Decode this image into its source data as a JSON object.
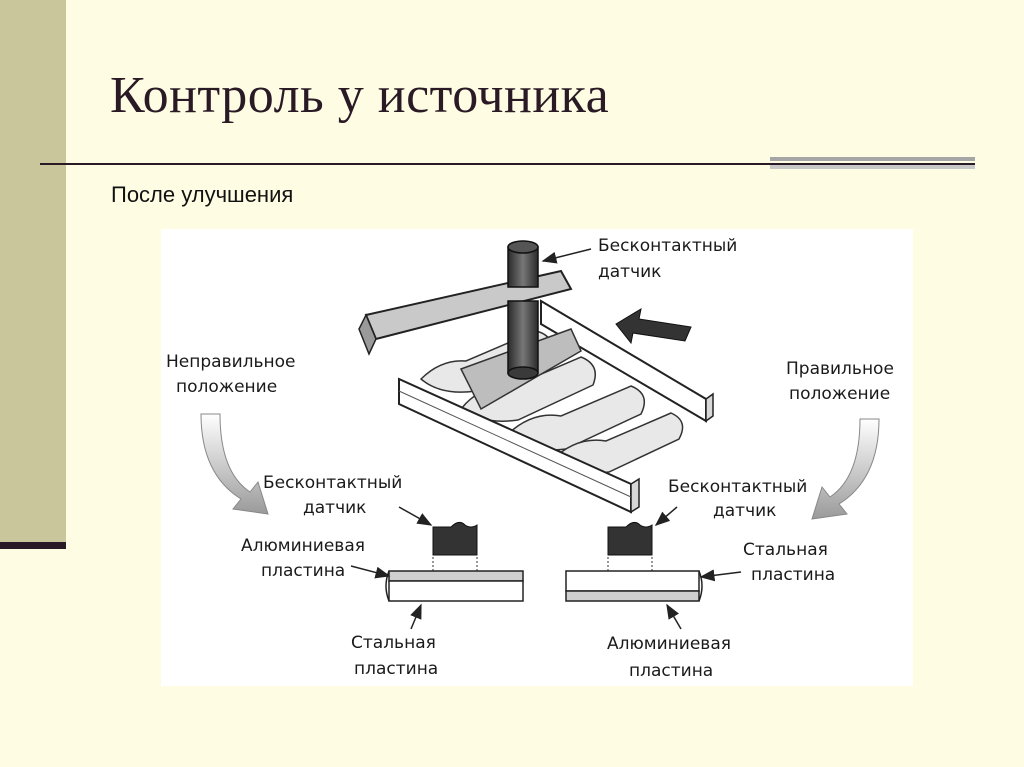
{
  "slide": {
    "title": "Контроль у источника",
    "subtitle": "После улучшения"
  },
  "figure": {
    "sensor_top": [
      "Бесконтактный",
      "датчик"
    ],
    "wrong_position": [
      "Неправильное",
      "положение"
    ],
    "right_position": [
      "Правильное",
      "положение"
    ],
    "left_detail": {
      "sensor": [
        "Бесконтактный",
        "датчик"
      ],
      "top_plate": [
        "Алюминиевая",
        "пластина"
      ],
      "bottom_plate": [
        "Стальная",
        "пластина"
      ]
    },
    "right_detail": {
      "sensor": [
        "Бесконтактный",
        "датчик"
      ],
      "top_plate": [
        "Стальная",
        "пластина"
      ],
      "bottom_plate": [
        "Алюминиевая",
        "пластина"
      ]
    }
  },
  "colors": {
    "background": "#fefde3",
    "sidebar": "#c8c69a",
    "title": "#2a1a26",
    "accent_bar": "#a6a6a6"
  }
}
